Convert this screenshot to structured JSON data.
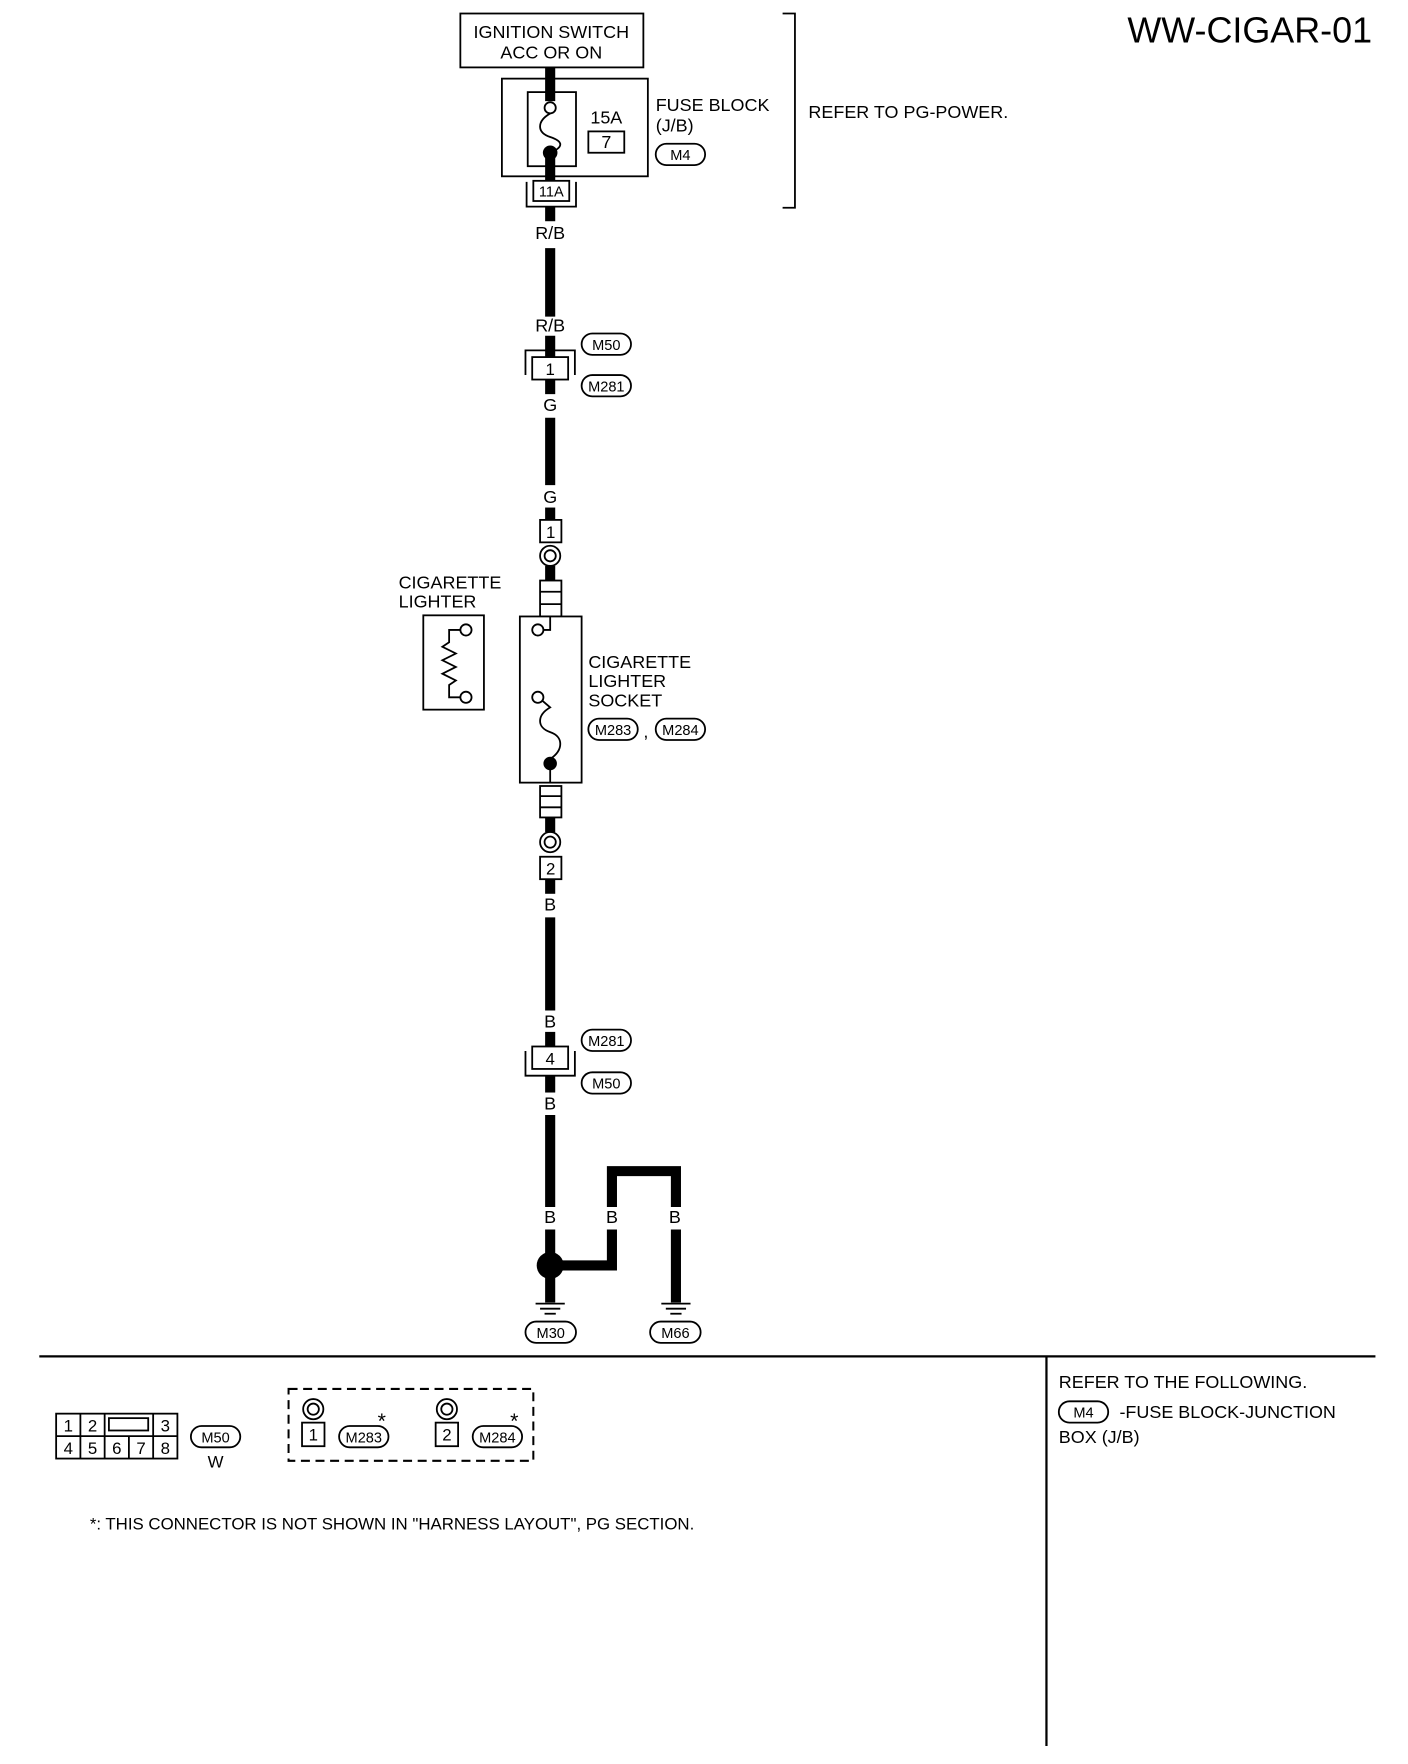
{
  "diagram_id": "WW-CIGAR-01",
  "ignition_switch": {
    "line1": "IGNITION SWITCH",
    "line2": "ACC OR ON"
  },
  "fuse_block": {
    "fuse_rating": "15A",
    "fuse_number": "7",
    "label_line1": "FUSE BLOCK",
    "label_line2": "(J/B)",
    "connector": "M4",
    "terminal": "11A",
    "refer_note": "REFER TO PG-POWER."
  },
  "wire_colors": {
    "fuse_to_joint_upper": "R/B",
    "fuse_to_joint_lower": "R/B",
    "joint_to_socket_upper": "G",
    "joint_to_socket_lower": "G",
    "socket_to_joint_upper": "B",
    "socket_to_joint_lower": "B",
    "joint_to_ground": "B",
    "ground_main": "B",
    "ground_branch_left": "B",
    "ground_branch_right": "B"
  },
  "harness_joint_upper": {
    "terminal": "1",
    "connector_above": "M50",
    "connector_below": "M281"
  },
  "harness_joint_lower": {
    "terminal": "4",
    "connector_above": "M281",
    "connector_below": "M50"
  },
  "cigarette_lighter": {
    "line1": "CIGARETTE",
    "line2": "LIGHTER"
  },
  "lighter_socket": {
    "line1": "CIGARETTE",
    "line2": "LIGHTER",
    "line3": "SOCKET",
    "connector_a": "M283",
    "separator": ",",
    "connector_b": "M284",
    "terminal_in": "1",
    "terminal_out": "2"
  },
  "grounds": {
    "left": "M30",
    "right": "M66"
  },
  "connector_m50_view": {
    "pins": [
      "1",
      "2",
      "3",
      "4",
      "5",
      "6",
      "7",
      "8"
    ],
    "connector": "M50",
    "color": "W"
  },
  "socket_connector_views": [
    {
      "terminal": "1",
      "connector": "M283",
      "mark": "*"
    },
    {
      "terminal": "2",
      "connector": "M284",
      "mark": "*"
    }
  ],
  "footnote": "*: THIS CONNECTOR IS NOT SHOWN IN \"HARNESS LAYOUT\", PG SECTION.",
  "reference": {
    "heading": "REFER TO THE FOLLOWING.",
    "connector": "M4",
    "description_line1": "-FUSE BLOCK-JUNCTION",
    "description_line2": "BOX (J/B)"
  }
}
